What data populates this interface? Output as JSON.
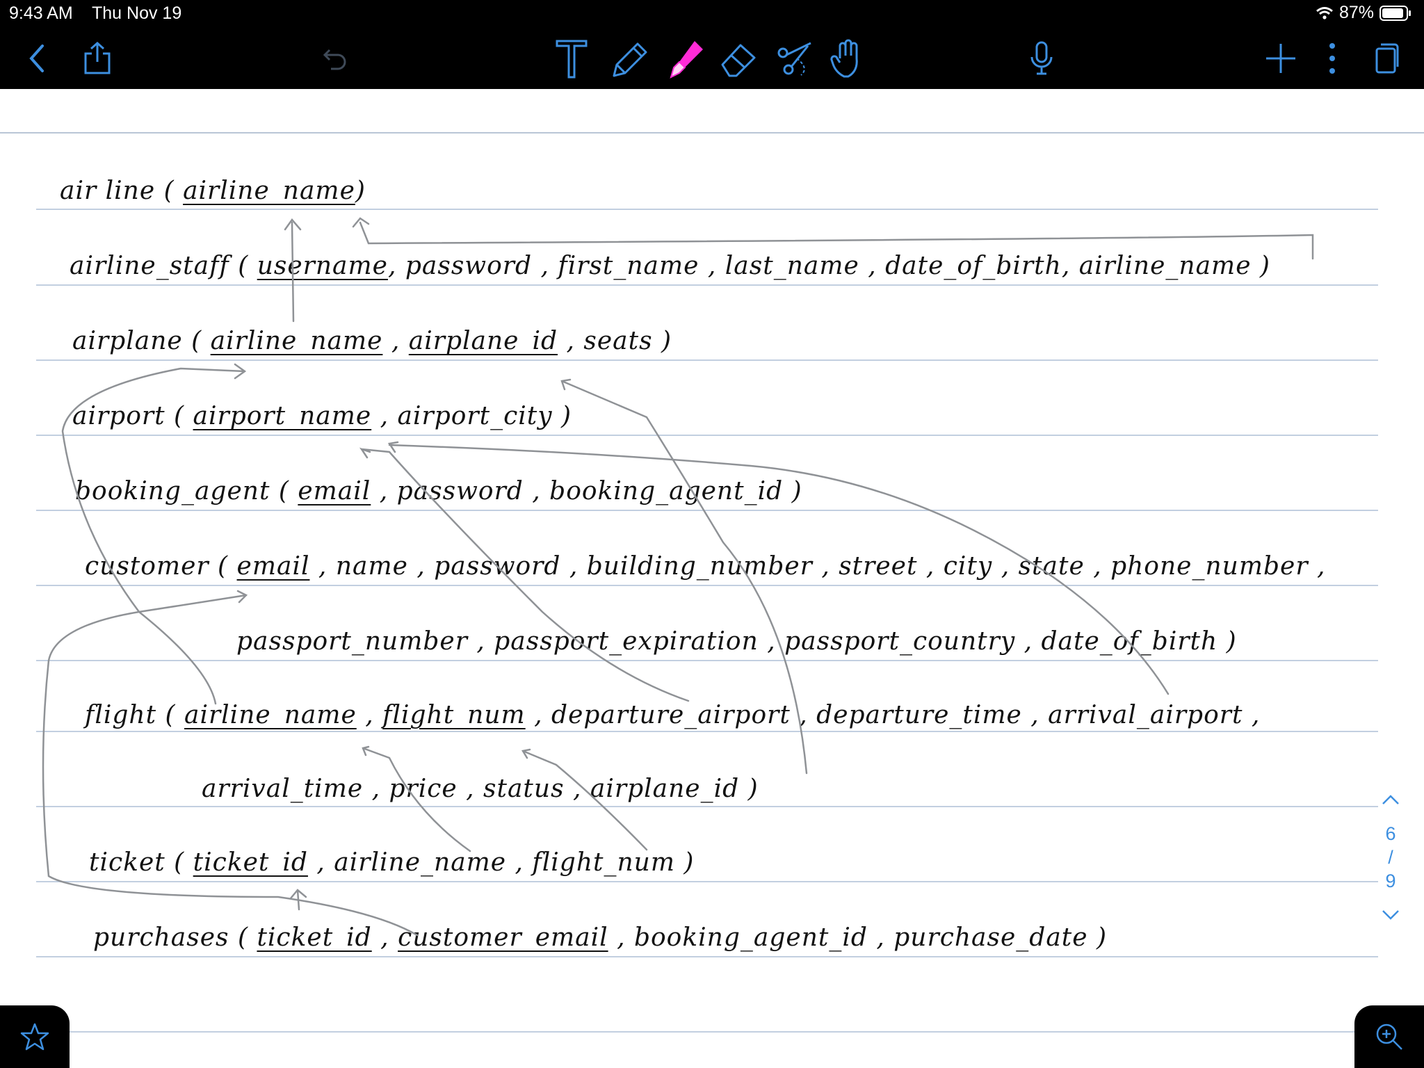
{
  "status": {
    "time": "9:43 AM",
    "date": "Thu Nov 19",
    "battery": "87%"
  },
  "toolbar": {
    "left": [
      {
        "name": "back-icon"
      },
      {
        "name": "share-icon"
      },
      {
        "name": "undo-icon"
      }
    ],
    "tools": [
      {
        "name": "text-tool-icon"
      },
      {
        "name": "pen-tool-icon"
      },
      {
        "name": "highlighter-tool-icon",
        "color": "#ff2bd6"
      },
      {
        "name": "eraser-tool-icon"
      },
      {
        "name": "lasso-scissors-icon"
      },
      {
        "name": "hand-tool-icon"
      }
    ],
    "right": [
      {
        "name": "microphone-icon"
      },
      {
        "name": "add-icon"
      },
      {
        "name": "more-icon"
      },
      {
        "name": "pages-icon"
      }
    ],
    "accent_color": "#3d8fe0"
  },
  "note": {
    "lines": [
      {
        "id": "airline",
        "segments": [
          {
            "t": "air line ( "
          },
          {
            "t": "airline_name",
            "u": true
          },
          {
            "t": ")"
          }
        ]
      },
      {
        "id": "airline-staff",
        "segments": [
          {
            "t": "airline_staff ( "
          },
          {
            "t": "username",
            "u": true
          },
          {
            "t": ",  password ,  first_name ,  last_name ,  date_of_birth, airline_name )"
          }
        ]
      },
      {
        "id": "airplane",
        "segments": [
          {
            "t": "airplane ( "
          },
          {
            "t": "airline_name",
            "u": true
          },
          {
            "t": " , "
          },
          {
            "t": "airplane_id",
            "u": true
          },
          {
            "t": " ,   seats )"
          }
        ]
      },
      {
        "id": "airport",
        "segments": [
          {
            "t": "airport ( "
          },
          {
            "t": "airport_name",
            "u": true
          },
          {
            "t": " ,  airport_city )"
          }
        ]
      },
      {
        "id": "booking-agent",
        "segments": [
          {
            "t": "booking_agent ( "
          },
          {
            "t": "email",
            "u": true
          },
          {
            "t": " ,  password ,  booking_agent_id )"
          }
        ]
      },
      {
        "id": "customer",
        "segments": [
          {
            "t": "customer ( "
          },
          {
            "t": "email",
            "u": true
          },
          {
            "t": " , name ,  password ,  building_number ,  street ,  city , state , phone_number ,"
          }
        ]
      },
      {
        "id": "customer-cont",
        "segments": [
          {
            "t": "passport_number ,  passport_expiration ,  passport_country ,  date_of_birth )"
          }
        ]
      },
      {
        "id": "flight",
        "segments": [
          {
            "t": "flight ( "
          },
          {
            "t": "airline_name",
            "u": true
          },
          {
            "t": " , "
          },
          {
            "t": "flight_num",
            "u": true
          },
          {
            "t": " ,  departure_airport ,  departure_time ,   arrival_airport ,"
          }
        ]
      },
      {
        "id": "flight-cont",
        "segments": [
          {
            "t": "arrival_time ,   price ,  status ,   airplane_id )"
          }
        ]
      },
      {
        "id": "ticket",
        "segments": [
          {
            "t": "ticket ( "
          },
          {
            "t": "ticket_id",
            "u": true
          },
          {
            "t": " , airline_name ,   flight_num )"
          }
        ]
      },
      {
        "id": "purchases",
        "segments": [
          {
            "t": "purchases ( "
          },
          {
            "t": "ticket_id",
            "u": true
          },
          {
            "t": " , "
          },
          {
            "t": "customer_email",
            "u": true
          },
          {
            "t": " ,  booking_agent_id ,  purchase_date )"
          }
        ]
      }
    ]
  },
  "pager": {
    "current": "6",
    "sep": "/",
    "total": "9"
  },
  "bottom": [
    {
      "name": "favorite-star-icon"
    },
    {
      "name": "zoom-icon"
    }
  ]
}
